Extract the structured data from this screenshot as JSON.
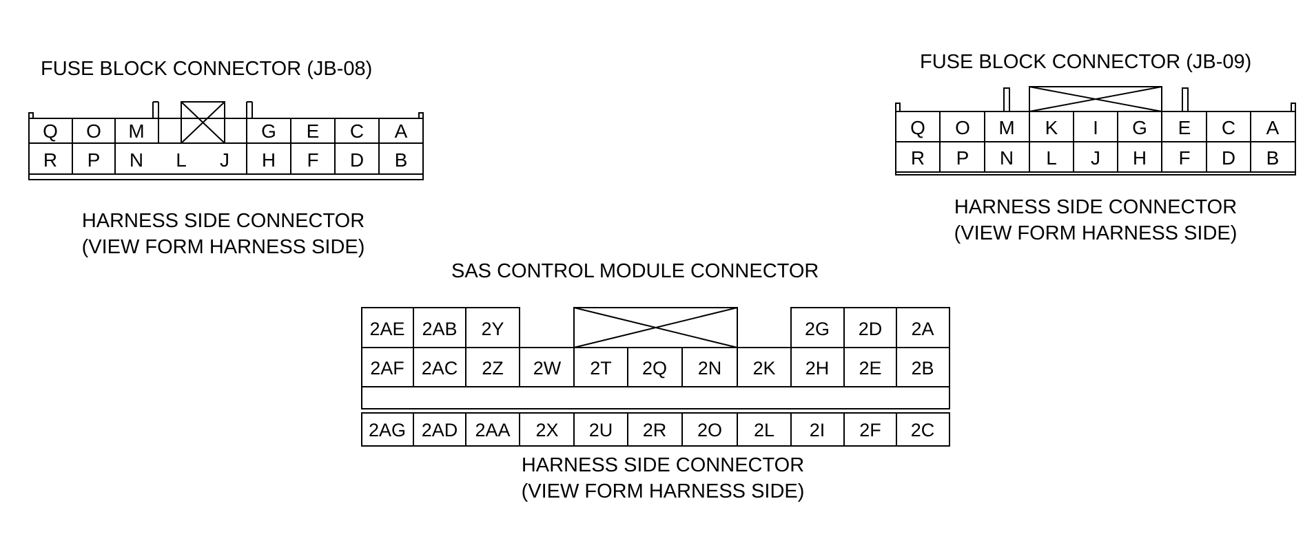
{
  "jb08": {
    "title": "FUSE BLOCK CONNECTOR (JB-08)",
    "caption_line1": "HARNESS SIDE CONNECTOR",
    "caption_line2": "(VIEW FORM HARNESS SIDE)",
    "top_row": [
      "Q",
      "O",
      "M",
      "",
      "",
      "G",
      "E",
      "C",
      "A"
    ],
    "bottom_row": [
      "R",
      "P",
      "N",
      "L",
      "J",
      "H",
      "F",
      "D",
      "B"
    ]
  },
  "jb09": {
    "title": "FUSE BLOCK CONNECTOR (JB-09)",
    "caption_line1": "HARNESS SIDE CONNECTOR",
    "caption_line2": "(VIEW FORM HARNESS SIDE)",
    "top_row": [
      "Q",
      "O",
      "M",
      "K",
      "I",
      "G",
      "E",
      "C",
      "A"
    ],
    "bottom_row": [
      "R",
      "P",
      "N",
      "L",
      "J",
      "H",
      "F",
      "D",
      "B"
    ]
  },
  "sas": {
    "title": "SAS CONTROL MODULE CONNECTOR",
    "caption_line1": "HARNESS SIDE CONNECTOR",
    "caption_line2": "(VIEW FORM HARNESS SIDE)",
    "row1": [
      "2AE",
      "2AB",
      "2Y",
      "",
      "",
      "",
      "",
      "",
      "2G",
      "2D",
      "2A"
    ],
    "row2": [
      "2AF",
      "2AC",
      "2Z",
      "2W",
      "2T",
      "2Q",
      "2N",
      "2K",
      "2H",
      "2E",
      "2B"
    ],
    "row3": [
      "2AG",
      "2AD",
      "2AA",
      "2X",
      "2U",
      "2R",
      "2O",
      "2L",
      "2I",
      "2F",
      "2C"
    ]
  }
}
